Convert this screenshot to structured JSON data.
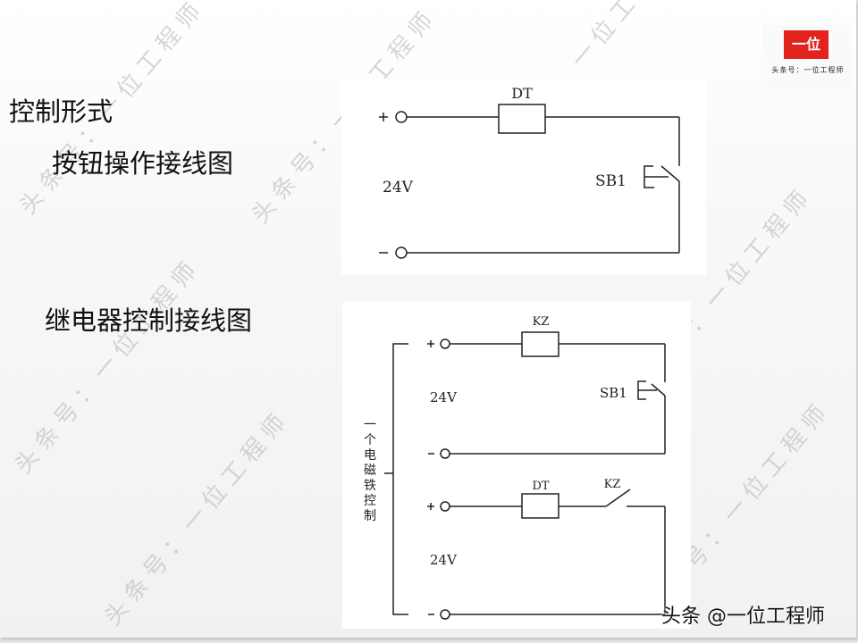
{
  "slide": {
    "title": "控制形式",
    "section_button": "按钮操作接线图",
    "section_relay": "继电器控制接线图"
  },
  "logo": {
    "badge_text": "一位",
    "caption": "头条号：一位工程师",
    "badge_color": "#e2241d"
  },
  "watermark": {
    "text": "头条号：一位工程师"
  },
  "footer": {
    "attribution": "头条 @一位工程师"
  },
  "diagram_button": {
    "positive_terminal": "+",
    "negative_terminal": "−",
    "voltage": "24V",
    "coil_label": "DT",
    "switch_label": "SB1"
  },
  "diagram_relay": {
    "bracket_label": "一个电磁铁控制",
    "circuit_1": {
      "positive_terminal": "+",
      "negative_terminal": "−",
      "voltage": "24V",
      "coil_label": "KZ",
      "switch_label": "SB1"
    },
    "circuit_2": {
      "positive_terminal": "+",
      "negative_terminal": "−",
      "voltage": "24V",
      "coil_label": "DT",
      "contact_label": "KZ"
    }
  }
}
